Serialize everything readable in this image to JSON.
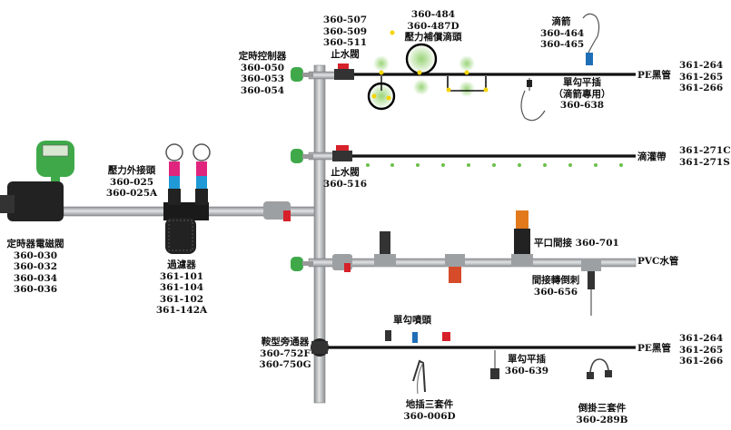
{
  "controller_valve": {
    "name": "定時器電磁閥",
    "codes": [
      "360-030",
      "360-032",
      "360-034",
      "360-036"
    ]
  },
  "filter": {
    "name": "過濾器",
    "codes": [
      "361-101",
      "361-104",
      "361-102",
      "361-142A"
    ]
  },
  "gauge": {
    "name": "壓力外接頭",
    "codes": [
      "360-025",
      "360-025A"
    ]
  },
  "timer": {
    "name": "定時控制器",
    "codes": [
      "360-050",
      "360-053",
      "360-054"
    ]
  },
  "stop_valve_top": {
    "name": "止水閥",
    "codes": [
      "360-507",
      "360-509",
      "360-511"
    ]
  },
  "pc_dripper": {
    "name": "壓力補償滴頭",
    "codes": [
      "360-484",
      "360-487D"
    ]
  },
  "dripper": {
    "name": "滴箭",
    "codes": [
      "360-464",
      "360-465"
    ]
  },
  "pe_pipe_top": {
    "name": "PE黑管",
    "codes": [
      "361-264",
      "361-265",
      "361-266"
    ]
  },
  "uniform_insert_top": {
    "name": "單勾平插",
    "note": "（滴箭專用）",
    "code": "360-638"
  },
  "stop_valve_mid": {
    "name": "止水閥",
    "code": "360-516"
  },
  "drip_tape": {
    "name": "滴灌帶",
    "codes": [
      "361-271C",
      "361-271S"
    ]
  },
  "flat_mouth": {
    "name": "平口間接",
    "code": "360-701"
  },
  "pvc_pipe": {
    "name": "PVC水管"
  },
  "adapter": {
    "name": "間接轉倒刺",
    "code": "360-656"
  },
  "saddle": {
    "name": "鞍型旁通器",
    "codes": [
      "360-752F",
      "360-750G"
    ]
  },
  "nozzle": {
    "name": "單勾噴頭"
  },
  "pe_pipe_bottom": {
    "name": "PE黑管",
    "codes": [
      "361-264",
      "361-265",
      "361-266"
    ]
  },
  "uniform_insert_bottom": {
    "name": "單勾平插",
    "code": "360-639"
  },
  "ground_kit": {
    "name": "地插三套件",
    "code": "360-006D"
  },
  "hang_kit": {
    "name": "倒掛三套件",
    "code": "360-289B"
  },
  "colors": {
    "pipe": "#b7b9bb",
    "black_pipe": "#111111",
    "green": "#3fa94a",
    "emitter": "#f4d400",
    "valve_red": "#d6212a"
  }
}
